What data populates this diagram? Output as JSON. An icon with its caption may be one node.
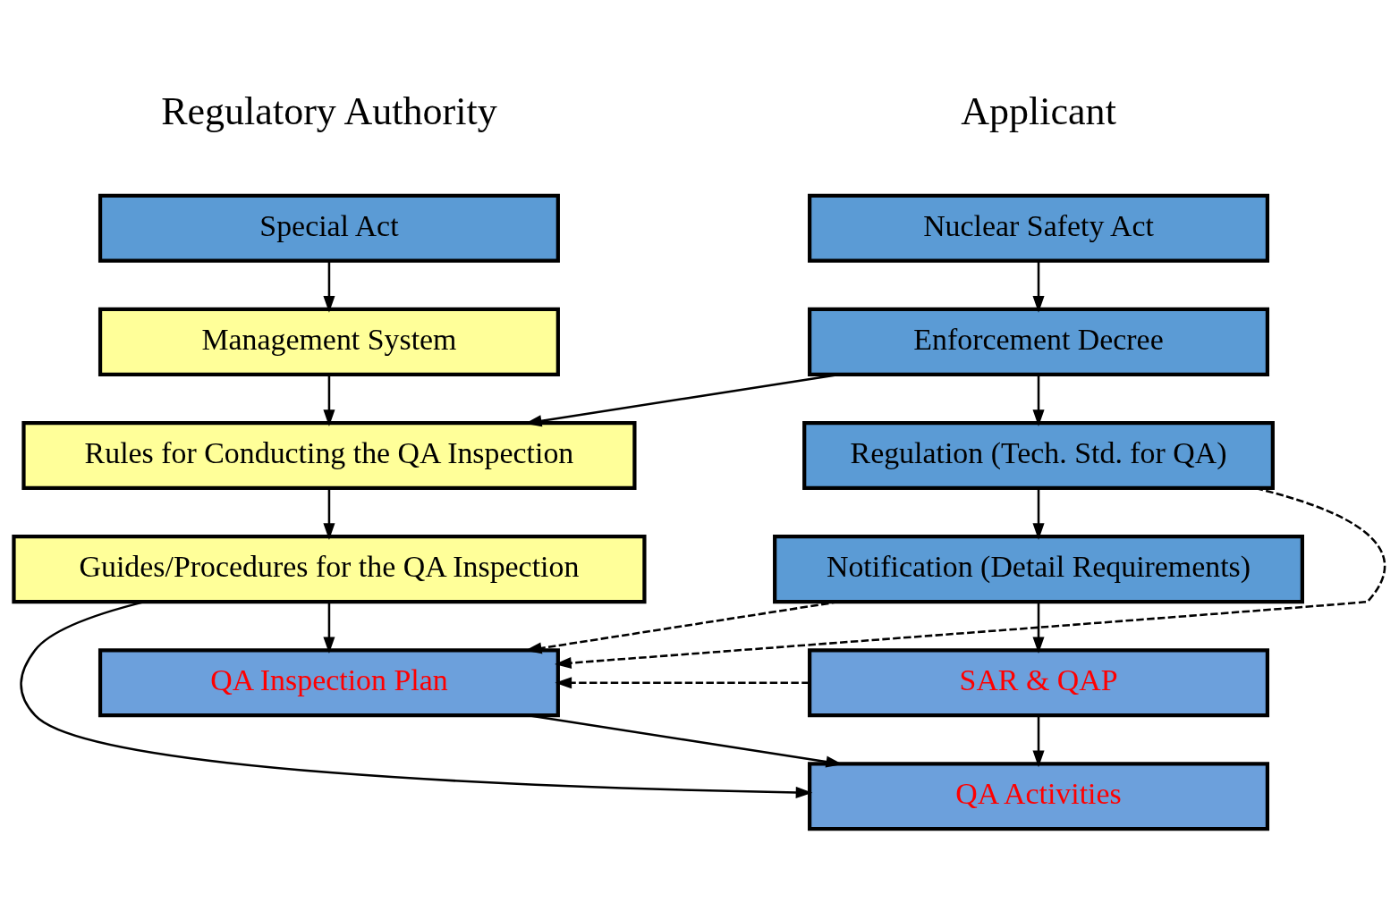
{
  "diagram": {
    "nodes": [
      {
        "text": [
          "Nuclear Safety Act"
        ]
      },
      {
        "text": [
          "Enforcement Decree"
        ]
      },
      {
        "text": [
          "Regulation (Tech. Std. for QA)"
        ]
      },
      {
        "text": [
          "Notification (Detail Requirements)"
        ]
      },
      {
        "text": [
          "SAR & QAP"
        ]
      },
      {
        "text": [
          "QA Activities"
        ]
      },
      {
        "text": [
          "Special Act"
        ]
      },
      {
        "text": [
          "Management System"
        ]
      },
      {
        "text": [
          "Rules for Conducting the QA Inspection"
        ]
      },
      {
        "text": [
          "Guides/Procedures for the QA Inspection"
        ]
      },
      {
        "text": [
          "QA Inspection Plan"
        ]
      }
    ],
    "edges": [
      {
        "from": 0,
        "to": 1,
        "arrow": "to"
      },
      {
        "from": 1,
        "to": 2,
        "arrow": "to"
      },
      {
        "from": 2,
        "to": 3,
        "arrow": "to"
      },
      {
        "from": 3,
        "to": 4,
        "arrow": "to"
      },
      {
        "from": 4,
        "to": 5,
        "arrow": "to"
      },
      {
        "from": 6,
        "to": 7,
        "arrow": "to"
      },
      {
        "from": 7,
        "to": 8,
        "arrow": "to"
      },
      {
        "from": 8,
        "to": 9,
        "arrow": "to"
      },
      {
        "from": 9,
        "to": 10,
        "arrow": "to"
      },
      {
        "from": 1,
        "to": 8,
        "arrow": "to"
      },
      {
        "from": 2,
        "to": 10,
        "arrow": "to",
        "style": "dashed"
      },
      {
        "from": 3,
        "to": 10,
        "arrow": "to",
        "style": "dashed"
      },
      {
        "from": 4,
        "to": 10,
        "arrow": "to",
        "style": "dashed"
      },
      {
        "from": 9,
        "to": 5,
        "arrow": "to"
      },
      {
        "from": 10,
        "to": 5,
        "arrow": "to"
      }
    ],
    "labels": [
      "Applicant",
      "Regulatory Authority"
    ]
  }
}
